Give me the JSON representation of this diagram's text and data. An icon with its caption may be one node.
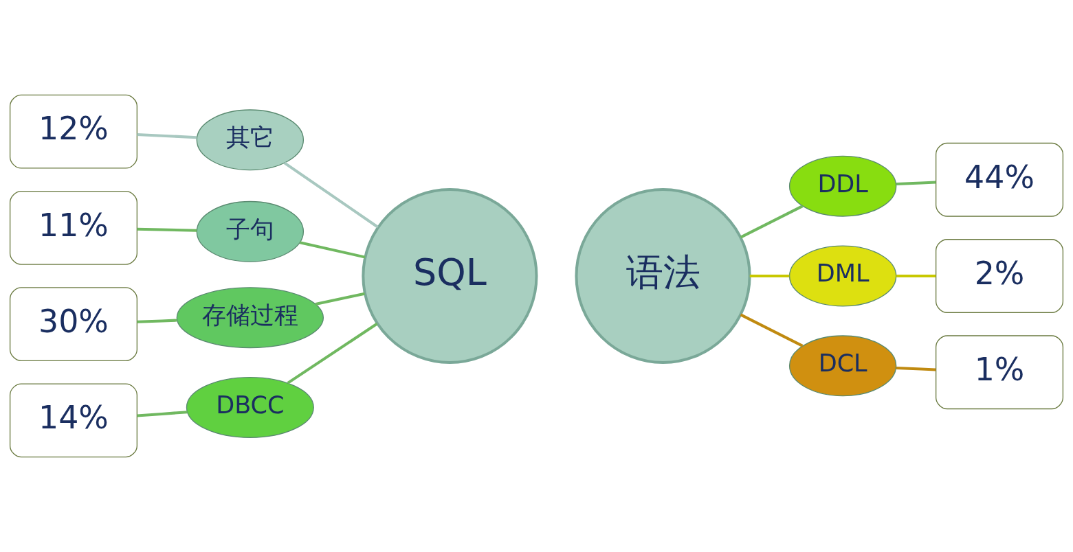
{
  "diagram": {
    "nodes": [
      {
        "text": [
          "12%"
        ]
      },
      {
        "text": [
          "其它"
        ]
      },
      {
        "text": [
          "DDL"
        ]
      },
      {
        "text": [
          "44%"
        ]
      },
      {
        "text": [
          "11%"
        ]
      },
      {
        "text": [
          "子句"
        ]
      },
      {
        "text": [
          "SQL"
        ]
      },
      {
        "text": [
          "语法"
        ]
      },
      {
        "text": [
          "DML"
        ]
      },
      {
        "text": [
          "2%"
        ]
      },
      {
        "text": [
          "30%"
        ]
      },
      {
        "text": [
          "存储过程"
        ]
      },
      {
        "text": [
          "14%"
        ]
      },
      {
        "text": [
          "DBCC"
        ]
      },
      {
        "text": [
          "DCL"
        ]
      },
      {
        "text": [
          "1%"
        ]
      }
    ],
    "edges": [
      {
        "from": 0,
        "to": 1,
        "arrow": "none",
        "color": "#a8c8c0"
      },
      {
        "from": 1,
        "to": 6,
        "arrow": "none",
        "color": "#a8c8c0"
      },
      {
        "from": 4,
        "to": 5,
        "arrow": "none"
      },
      {
        "from": 5,
        "to": 6,
        "arrow": "none"
      },
      {
        "from": 10,
        "to": 11,
        "arrow": "none"
      },
      {
        "from": 11,
        "to": 6,
        "arrow": "none"
      },
      {
        "from": 12,
        "to": 13,
        "arrow": "none"
      },
      {
        "from": 13,
        "to": 6,
        "arrow": "none"
      },
      {
        "from": 7,
        "to": 2,
        "arrow": "none"
      },
      {
        "from": 2,
        "to": 3,
        "arrow": "none"
      },
      {
        "from": 7,
        "to": 8,
        "arrow": "none",
        "color": "#c8c800"
      },
      {
        "from": 8,
        "to": 9,
        "arrow": "none",
        "color": "#c8c800"
      },
      {
        "from": 7,
        "to": 14,
        "arrow": "none",
        "color": "#c08a10"
      },
      {
        "from": 14,
        "to": 15,
        "arrow": "none",
        "color": "#c08a10"
      }
    ]
  }
}
